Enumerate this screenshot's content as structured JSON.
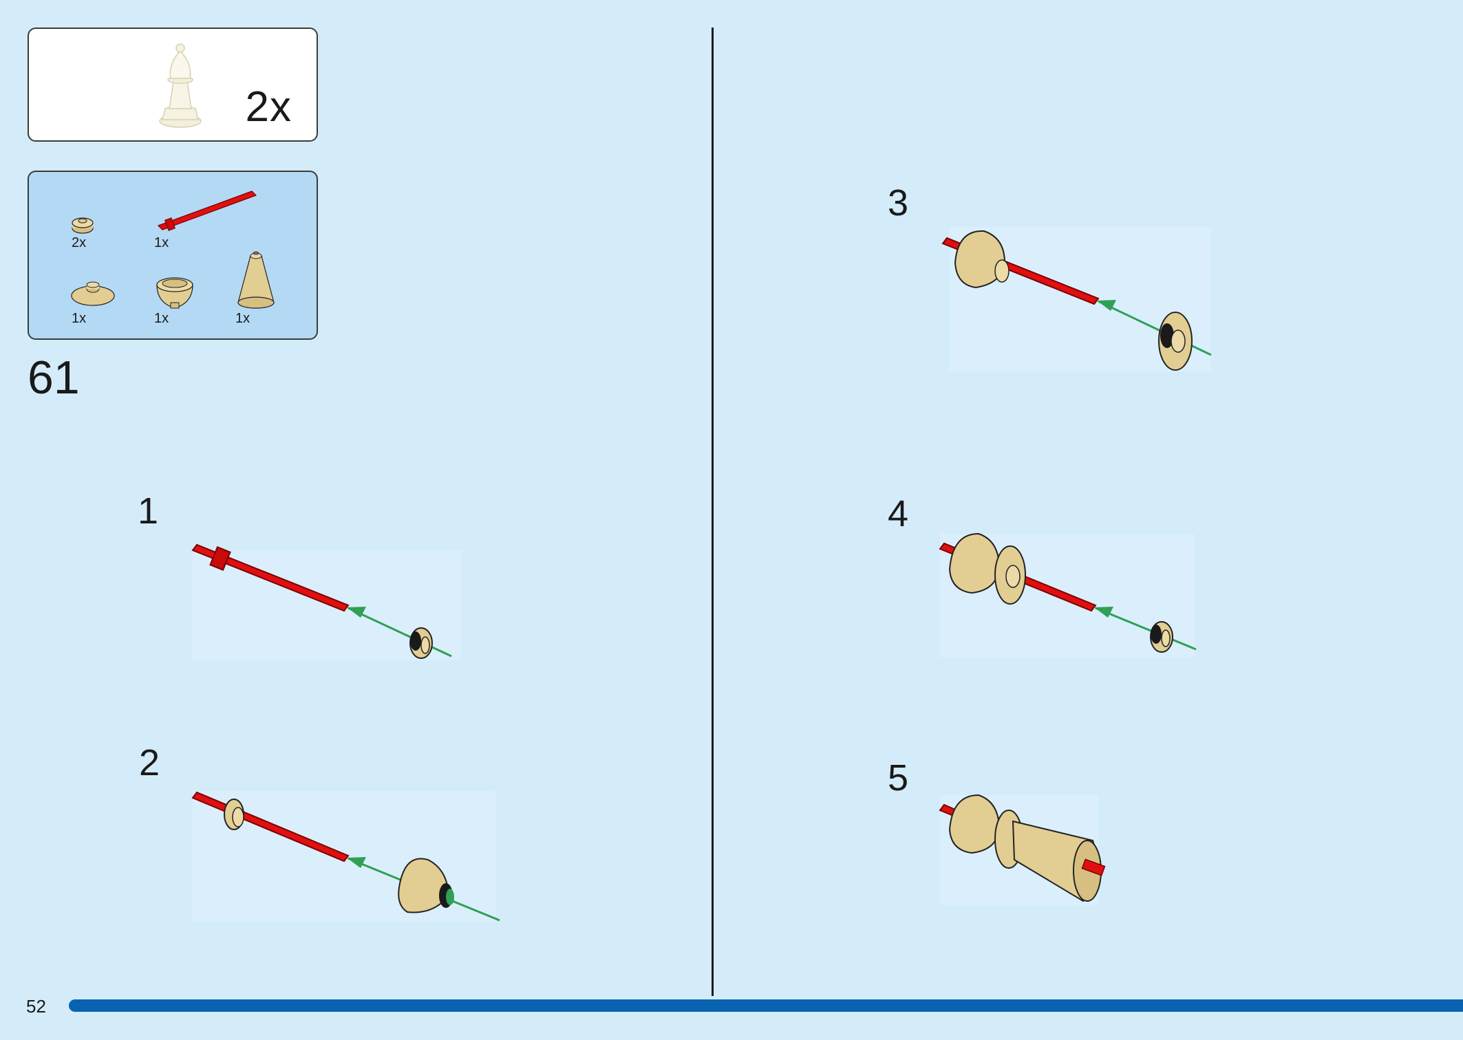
{
  "callout": {
    "count_label": "2x"
  },
  "parts_list": [
    {
      "name": "round-plate-1x1",
      "qty": "2x"
    },
    {
      "name": "red-axle",
      "qty": "1x"
    },
    {
      "name": "round-dish-2x2",
      "qty": "1x"
    },
    {
      "name": "round-brick-2x2",
      "qty": "1x"
    },
    {
      "name": "cone-2x2",
      "qty": "1x"
    }
  ],
  "step": {
    "number": "61",
    "substeps": [
      "1",
      "2",
      "3",
      "4",
      "5"
    ]
  },
  "footer": {
    "page_number": "52"
  },
  "colors": {
    "background": "#d4ecfa",
    "parts_box": "#b4d9f4",
    "axle_red": "#e01010",
    "tan": "#e2cd93",
    "arrow_green": "#2fa055",
    "progress_bar": "#0a63b0"
  },
  "icons": [
    "white-bishop-icon",
    "tan-round-plate-icon",
    "red-axle-icon",
    "tan-dish-icon",
    "tan-round-brick-icon",
    "tan-cone-icon",
    "green-arrow-icon"
  ]
}
